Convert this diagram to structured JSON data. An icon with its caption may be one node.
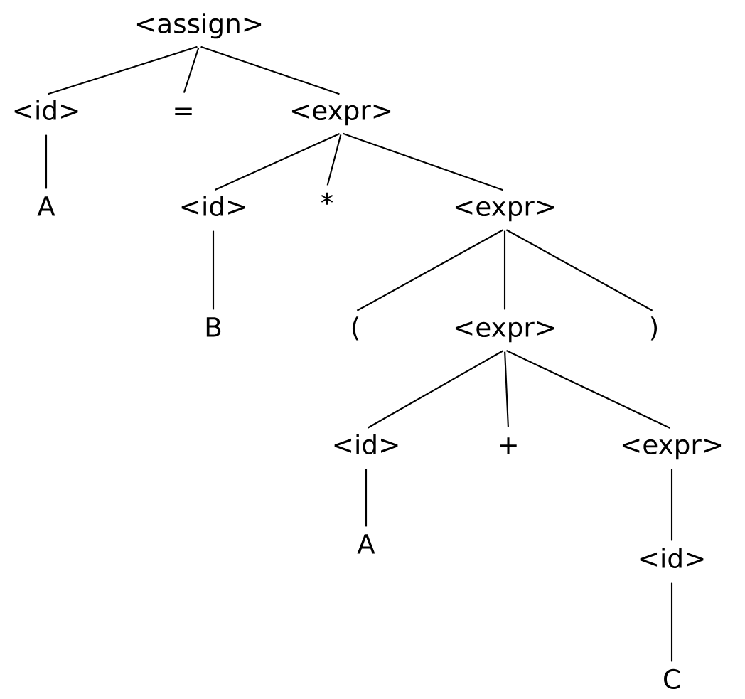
{
  "diagram": {
    "nodes": [
      {
        "text": [
          "<assign>"
        ]
      },
      {
        "text": [
          "<id>"
        ]
      },
      {
        "text": [
          "="
        ]
      },
      {
        "text": [
          "<expr>"
        ]
      },
      {
        "text": [
          "A"
        ]
      },
      {
        "text": [
          "<id>"
        ]
      },
      {
        "text": [
          "*"
        ]
      },
      {
        "text": [
          "<expr>"
        ]
      },
      {
        "text": [
          "B"
        ]
      },
      {
        "text": [
          "("
        ]
      },
      {
        "text": [
          "<expr>"
        ]
      },
      {
        "text": [
          ")"
        ]
      },
      {
        "text": [
          "<id>"
        ]
      },
      {
        "text": [
          "+"
        ]
      },
      {
        "text": [
          "<expr>"
        ]
      },
      {
        "text": [
          "A"
        ]
      },
      {
        "text": [
          "<id>"
        ]
      },
      {
        "text": [
          "C"
        ]
      }
    ],
    "edges": [
      {
        "from": 0,
        "to": 1,
        "arrow": "none"
      },
      {
        "from": 0,
        "to": 2,
        "arrow": "none"
      },
      {
        "from": 0,
        "to": 3,
        "arrow": "none"
      },
      {
        "from": 1,
        "to": 4,
        "arrow": "none"
      },
      {
        "from": 3,
        "to": 5,
        "arrow": "none"
      },
      {
        "from": 3,
        "to": 6,
        "arrow": "none"
      },
      {
        "from": 3,
        "to": 7,
        "arrow": "none"
      },
      {
        "from": 5,
        "to": 8,
        "arrow": "none"
      },
      {
        "from": 7,
        "to": 9,
        "arrow": "none"
      },
      {
        "from": 7,
        "to": 10,
        "arrow": "none"
      },
      {
        "from": 7,
        "to": 11,
        "arrow": "none"
      },
      {
        "from": 10,
        "to": 12,
        "arrow": "none"
      },
      {
        "from": 10,
        "to": 13,
        "arrow": "none"
      },
      {
        "from": 10,
        "to": 14,
        "arrow": "none"
      },
      {
        "from": 12,
        "to": 15,
        "arrow": "none"
      },
      {
        "from": 14,
        "to": 16,
        "arrow": "none"
      },
      {
        "from": 16,
        "to": 17,
        "arrow": "none"
      }
    ]
  }
}
